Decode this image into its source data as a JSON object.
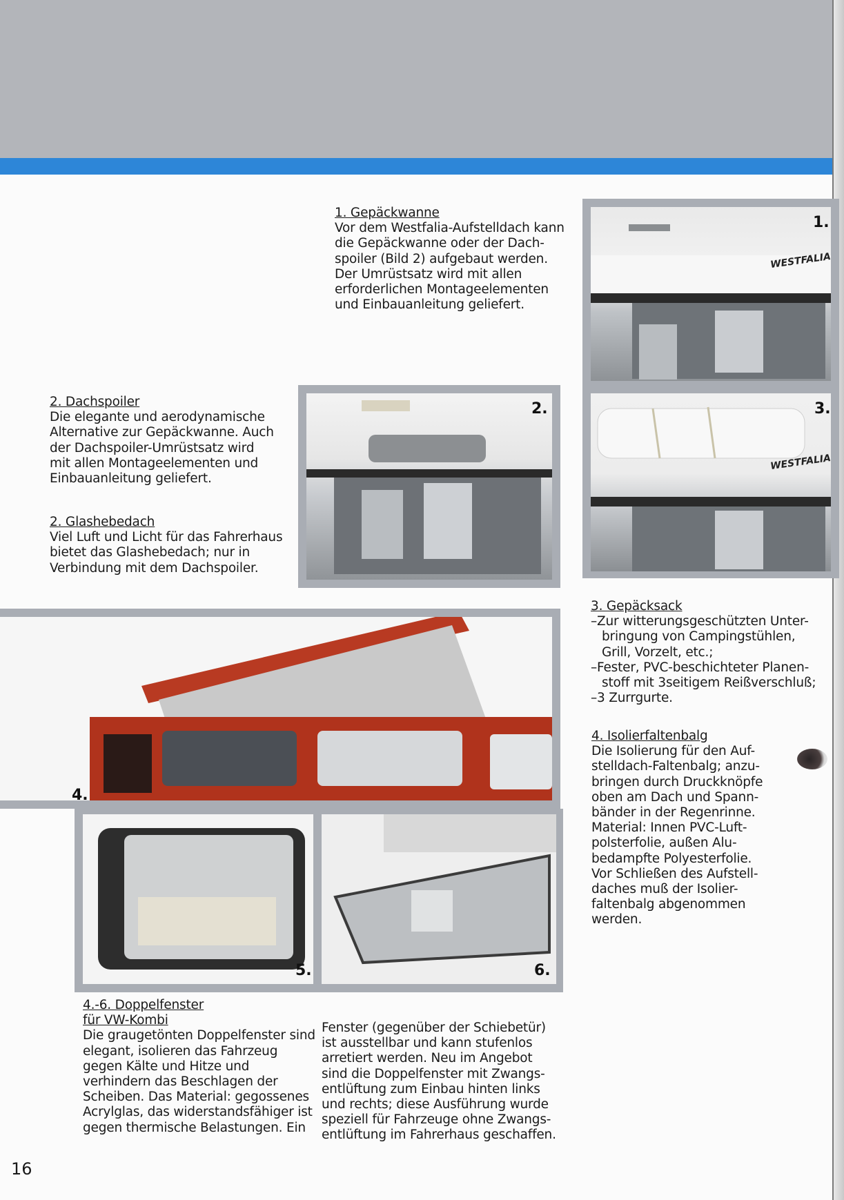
{
  "sections": {
    "gepaeckwanne": {
      "heading": "1. Gepäckwanne",
      "lines": [
        "Vor dem Westfalia-Aufstelldach kann",
        "die Gepäckwanne oder der Dach-",
        "spoiler (Bild 2) aufgebaut werden.",
        "Der Umrüstsatz wird mit allen",
        "erforderlichen Montageelementen",
        "und Einbauanleitung geliefert."
      ]
    },
    "dachspoiler": {
      "heading": "2. Dachspoiler",
      "lines": [
        "Die elegante und aerodynamische",
        "Alternative zur Gepäckwanne. Auch",
        "der Dachspoiler-Umrüstsatz wird",
        "mit allen Montageelementen und",
        "Einbauanleitung geliefert."
      ]
    },
    "glashebedach": {
      "heading": "2. Glashebedach",
      "lines": [
        "Viel Luft und Licht für das Fahrerhaus",
        "bietet das Glashebedach; nur in",
        "Verbindung mit dem Dachspoiler."
      ]
    },
    "gepaecksack": {
      "heading": "3. Gepäcksack",
      "bullets": [
        "– Zur witterungsgeschützten Unter-bringung von Campingstühlen, Grill, Vorzelt, etc.;",
        "– Fester, PVC-beschichteter Planen-stoff mit 3seitigem Reißverschluß;",
        "– 3 Zurrgurte."
      ],
      "bullet_lines": [
        [
          "–Zur witterungsgeschützten Unter-",
          "bringung von Campingstühlen,",
          "Grill, Vorzelt, etc.;"
        ],
        [
          "–Fester, PVC-beschichteter Planen-",
          "stoff mit 3seitigem Reißverschluß;"
        ],
        [
          "–3 Zurrgurte."
        ]
      ]
    },
    "isolierfaltenbalg": {
      "heading": "4. Isolierfaltenbalg",
      "lines": [
        "Die Isolierung für den Auf-",
        "stelldach-Faltenbalg; anzu-",
        "bringen durch Druckknöpfe",
        "oben am Dach und Spann-",
        "bänder in der Regenrinne.",
        "Material: Innen PVC-Luft-",
        "polsterfolie, außen Alu-",
        "bedampfte Polyesterfolie.",
        "Vor Schließen des Aufstell-",
        "daches muß der Isolier-",
        "faltenbalg abgenommen",
        "werden."
      ]
    },
    "doppelfenster": {
      "heading_line1": "4.-6. Doppelfenster",
      "heading_line2": "für VW-Kombi",
      "col1_lines": [
        "Die graugetönten Doppelfenster sind",
        "elegant, isolieren das Fahrzeug",
        "gegen Kälte und Hitze und",
        "verhindern das Beschlagen der",
        "Scheiben. Das Material: gegossenes",
        "Acrylglas, das widerstandsfähiger ist",
        "gegen thermische Belastungen. Ein"
      ],
      "col2_lines": [
        "Fenster (gegenüber der Schiebetür)",
        "ist ausstellbar und kann stufenlos",
        "arretiert werden. Neu im Angebot",
        "sind die Doppelfenster mit Zwangs-",
        "entlüftung zum Einbau hinten links",
        "und rechts; diese Ausführung wurde",
        "speziell für Fahrzeuge ohne Zwangs-",
        "entlüftung im Fahrerhaus geschaffen."
      ]
    }
  },
  "photos": {
    "p1": {
      "label": "1.",
      "brand": "WESTFALIA"
    },
    "p2": {
      "label": "2."
    },
    "p3": {
      "label": "3.",
      "brand": "WESTFALIA"
    },
    "p4": {
      "label": "4."
    },
    "p5": {
      "label": "5."
    },
    "p6": {
      "label": "6."
    }
  },
  "page_number": "16",
  "colors": {
    "header_band": "#b3b5ba",
    "accent_blue": "#2d86d8",
    "frame_gray": "#a9adb4",
    "van_red": "#b83a22"
  }
}
